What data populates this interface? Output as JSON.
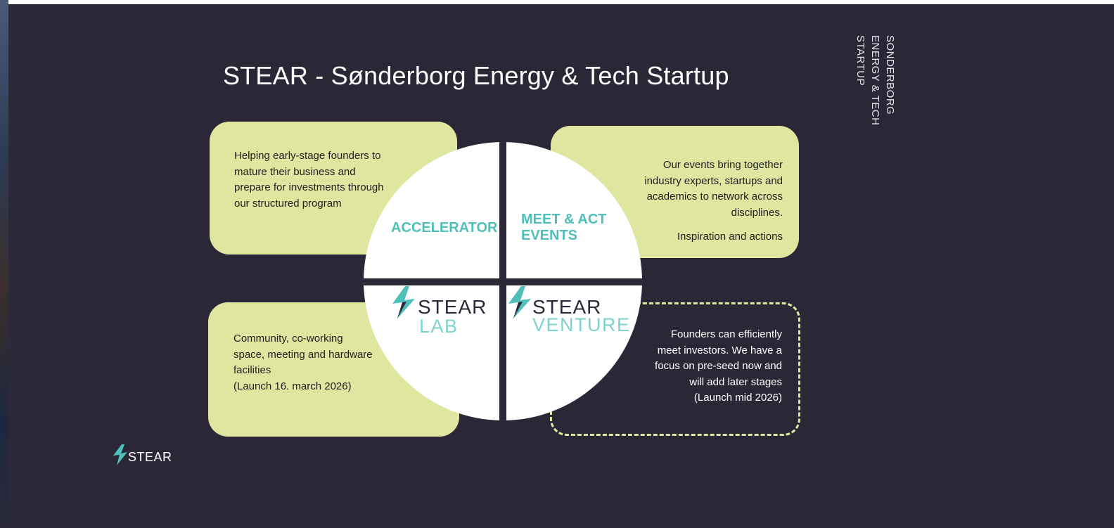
{
  "slide": {
    "title": "STEAR - Sønderborg Energy & Tech Startup",
    "side_label": [
      "SONDERBORG",
      "ENERGY & TECH",
      "STARTUP"
    ],
    "top_left": [
      "Helping early-stage founders to",
      "mature their business and",
      "prepare for investments through",
      "our structured program"
    ],
    "top_right": [
      "Our events bring together",
      "industry experts, startups and",
      "academics to network across",
      "disciplines."
    ],
    "top_right_tagline": "Inspiration and actions",
    "bottom_left": [
      "Community, co-working",
      "space, meeting and hardware",
      "facilities",
      "(Launch 16. march 2026)"
    ],
    "bottom_right": [
      "Founders can efficiently",
      "meet investors. We have a",
      "focus on pre-seed now and",
      "will add later stages",
      "(Launch mid 2026)"
    ],
    "quadrants": {
      "accelerator": "ACCELERATOR",
      "events": [
        "MEET & ACT",
        "EVENTS"
      ],
      "lab": {
        "word": "STEAR",
        "sub": "LAB"
      },
      "venture": {
        "word": "STEAR",
        "sub": "VENTURE"
      }
    },
    "footer_logo": "STEAR",
    "colors": {
      "background": "#2b2737",
      "box_fill": "#dfe6a0",
      "accent_teal": "#4fbfb9",
      "accent_light_teal": "#7fd3ce"
    },
    "icons": [
      "bolt-icon"
    ]
  }
}
